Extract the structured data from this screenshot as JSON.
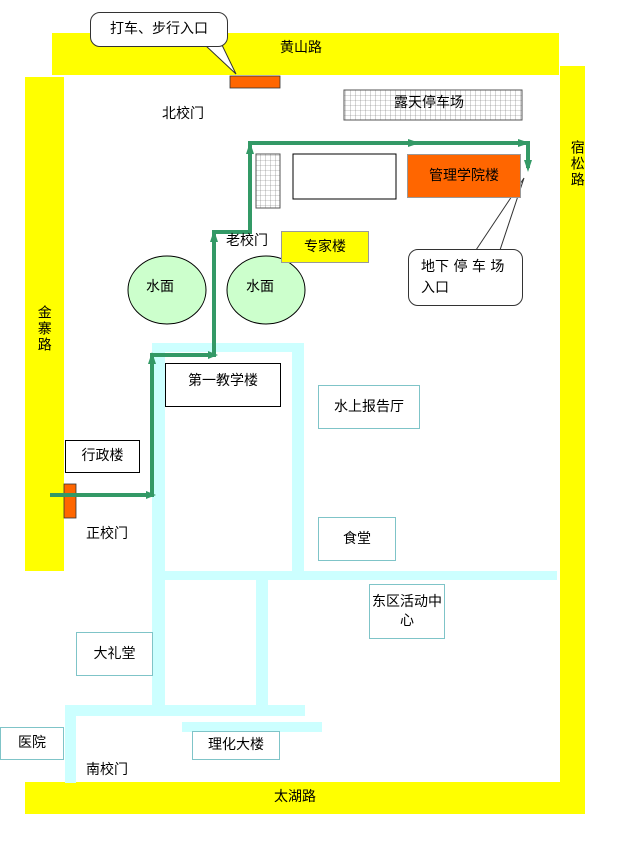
{
  "roads": {
    "north": "黄山路",
    "south": "太湖路",
    "west": "金寨路",
    "east": "宿松路"
  },
  "gates": {
    "north": "北校门",
    "old": "老校门",
    "main": "正校门",
    "south": "南校门"
  },
  "water": [
    "水面",
    "水面"
  ],
  "buildings": {
    "expert": "专家楼",
    "management": "管理学院楼",
    "teaching1": "第一教学楼",
    "water_hall": "水上报告厅",
    "admin": "行政楼",
    "canteen": "食堂",
    "east_center": "东区活动中心",
    "auditorium": "大礼堂",
    "hospital": "医院",
    "science": "理化大楼"
  },
  "parking": {
    "open_air": "露天停车场"
  },
  "callouts": {
    "taxi_entrance": "打车、步行入口",
    "underground_parking": "地下 停 车 场\n入口"
  },
  "colors": {
    "road": "#ffff00",
    "path": "#ccffff",
    "route": "#339966",
    "entrance": "#ff6600",
    "water": "#ccffcc"
  }
}
